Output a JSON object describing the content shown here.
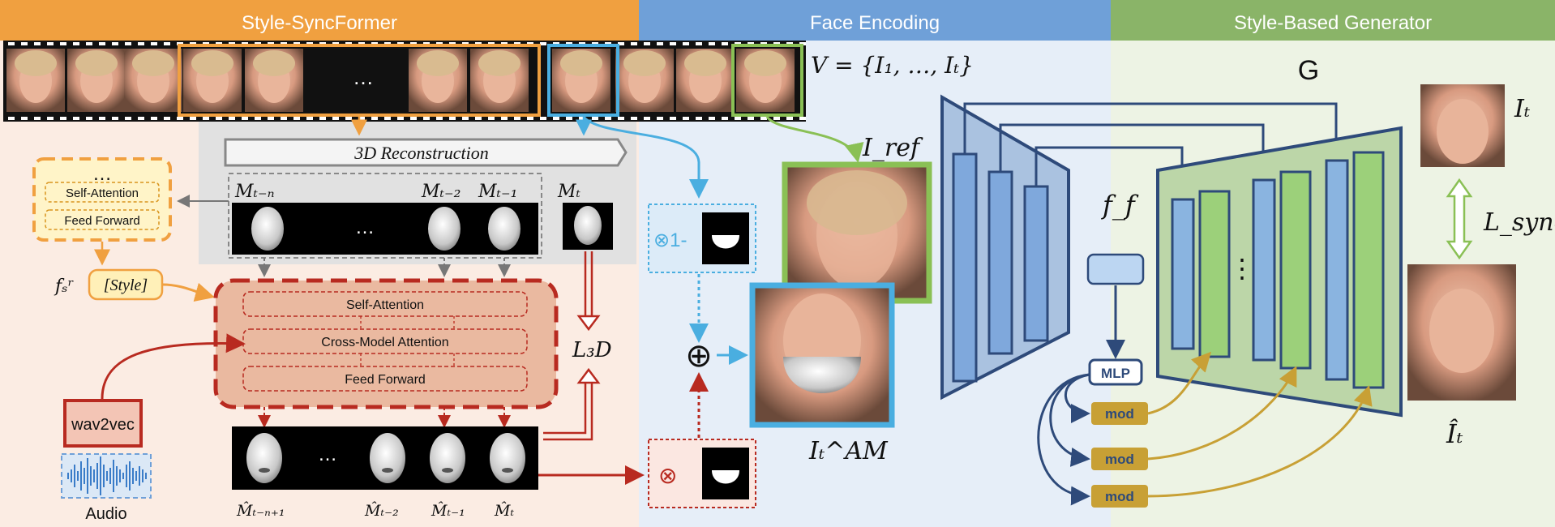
{
  "headers": {
    "left": "Style-SyncFormer",
    "middle": "Face Encoding",
    "right": "Style-Based Generator"
  },
  "film": {
    "set_label": "V = {I₁, …, Iₜ}",
    "ellipsis": "…"
  },
  "reconstruction": {
    "label": "3D Reconstruction"
  },
  "masks_top": {
    "labels": [
      "Mₜ₋ₙ",
      "Mₜ₋₂",
      "Mₜ₋₁",
      "Mₜ"
    ],
    "ellipsis": "…"
  },
  "style_block": {
    "dots": "…",
    "layers": [
      "Self-Attention",
      "Feed Forward"
    ],
    "style_token": "[Style]",
    "feature_label": "fₛʳ"
  },
  "syncformer": {
    "layers": [
      "Self-Attention",
      "Cross-Model Attention",
      "Feed Forward"
    ]
  },
  "audio": {
    "encoder": "wav2vec",
    "label": "Audio"
  },
  "masks_pred": {
    "labels": [
      "M̂ₜ₋ₙ₊₁",
      "M̂ₜ₋₂",
      "M̂ₜ₋₁",
      "M̂ₜ"
    ],
    "ellipsis": "…"
  },
  "losses": {
    "l3d": "L₃D",
    "lsync": "L_sync"
  },
  "face_encoding": {
    "ref_label": "I_ref",
    "am_label": "Iₜ^AM",
    "mask_op_top": "⊗1-",
    "mask_op_bottom": "⊗",
    "plus": "⊕"
  },
  "generator": {
    "title": "G",
    "feature_label": "f_f",
    "mlp": "MLP",
    "mod": [
      "mod",
      "mod",
      "mod"
    ],
    "vdots": "⋮",
    "target_label": "Iₜ",
    "output_label": "Îₜ"
  },
  "colors": {
    "orange": "#f0a040",
    "blue": "#6fa0d8",
    "green": "#8ab468",
    "red": "#c0392b",
    "navy": "#2e4a7a",
    "gold": "#c8a035"
  }
}
